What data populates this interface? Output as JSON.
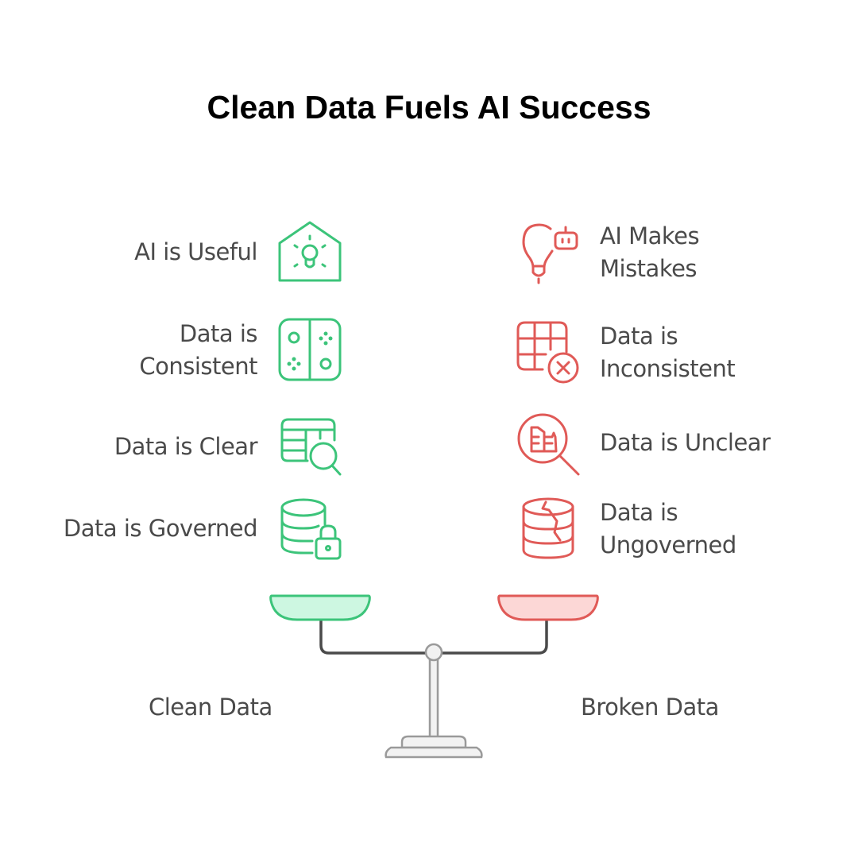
{
  "title": "Clean Data Fuels AI Success",
  "colors": {
    "good": "#3cc47a",
    "good_fill": "#cdf7e1",
    "bad": "#e05a57",
    "bad_fill": "#fcd7d6",
    "beam": "#4a4a4a",
    "stand": "#9a9a9a",
    "stand_fill": "#f2f2f2",
    "text": "#4a4a4a"
  },
  "left": {
    "group_label": "Clean Data",
    "items": [
      {
        "label_line1": "AI is Useful",
        "label_line2": "",
        "icon": "house-lightbulb-icon"
      },
      {
        "label_line1": "Data is",
        "label_line2": "Consistent",
        "icon": "game-controller-icon"
      },
      {
        "label_line1": "Data is Clear",
        "label_line2": "",
        "icon": "table-search-icon"
      },
      {
        "label_line1": "Data is Governed",
        "label_line2": "",
        "icon": "database-lock-icon"
      }
    ]
  },
  "right": {
    "group_label": "Broken Data",
    "items": [
      {
        "label_line1": "AI Makes",
        "label_line2": "Mistakes",
        "icon": "lightbulb-robot-icon"
      },
      {
        "label_line1": "Data is",
        "label_line2": "Inconsistent",
        "icon": "table-error-icon"
      },
      {
        "label_line1": "Data is Unclear",
        "label_line2": "",
        "icon": "magnifier-building-icon"
      },
      {
        "label_line1": "Data is",
        "label_line2": "Ungoverned",
        "icon": "cracked-database-icon"
      }
    ]
  }
}
